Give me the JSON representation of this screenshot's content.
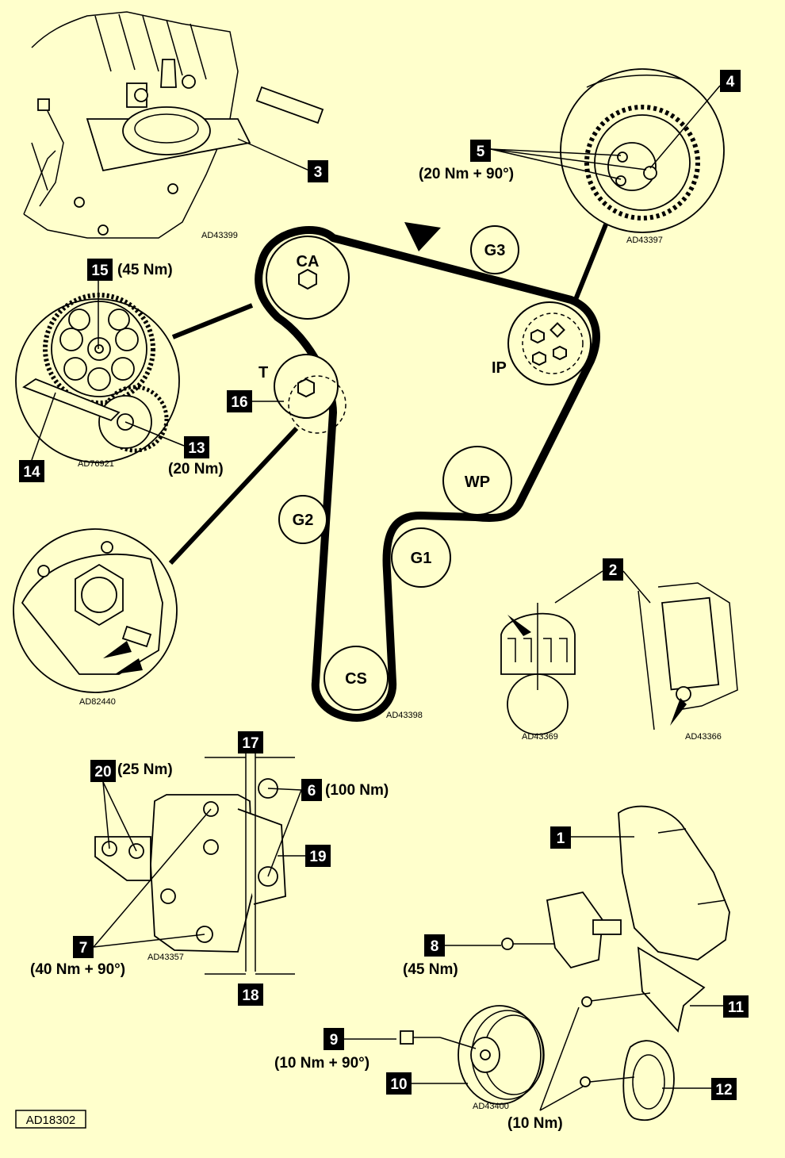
{
  "pulleys": {
    "camshaft": "CA",
    "injection_pump": "IP",
    "tensioner": "T",
    "water_pump": "WP",
    "guide_1": "G1",
    "guide_2": "G2",
    "guide_3": "G3",
    "crankshaft": "CS"
  },
  "badges": {
    "b1": "1",
    "b2": "2",
    "b3": "3",
    "b4": "4",
    "b5": "5",
    "b6": "6",
    "b7": "7",
    "b8": "8",
    "b9": "9",
    "b10": "10",
    "b11": "11",
    "b12": "12",
    "b13": "13",
    "b14": "14",
    "b15": "15",
    "b16": "16",
    "b17": "17",
    "b18": "18",
    "b19": "19",
    "b20": "20"
  },
  "torques": {
    "t5": "(20 Nm + 90°)",
    "t15": "(45 Nm)",
    "t13": "(20 Nm)",
    "t20": "(25 Nm)",
    "t6": "(100 Nm)",
    "t7": "(40 Nm + 90°)",
    "t8": "(45 Nm)",
    "t9": "(10 Nm + 90°)",
    "t10nm": "(10 Nm)"
  },
  "codes": {
    "top_left": "AD43399",
    "top_right": "AD43397",
    "tensioner_gear": "AD76921",
    "tensioner_detail": "AD82440",
    "belt_layout": "AD43398",
    "crank_mark": "AD43369",
    "flywheel_mark": "AD43366",
    "bracket": "AD43357",
    "pulley_parts": "AD43400",
    "sheet": "AD18302"
  }
}
